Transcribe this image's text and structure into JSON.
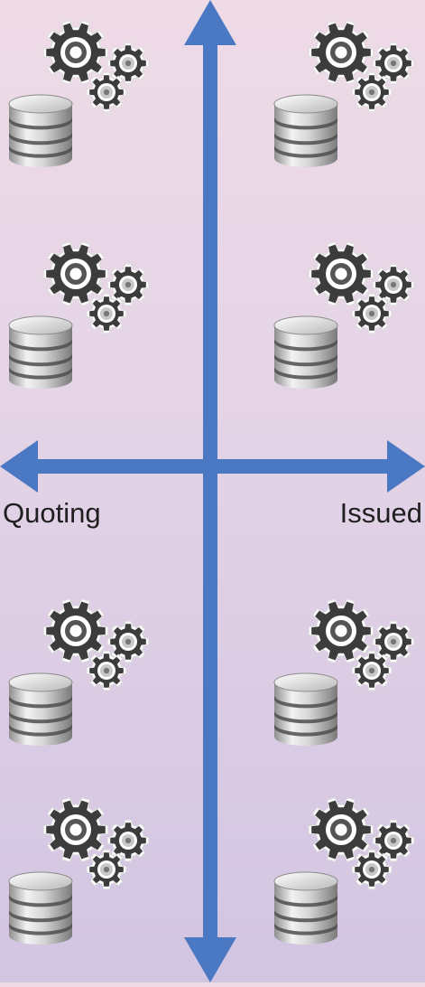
{
  "labels": {
    "left": "Quoting",
    "right": "Issued"
  },
  "colors": {
    "arrow": "#4a78c2",
    "db_body": "#bcbcbc",
    "db_band": "#4d4d4d",
    "gear_dark": "#3c3c3c",
    "gear_outline": "#ffffff",
    "gear_hub": "#c8c8c8"
  },
  "icons": [
    {
      "quadrant": "top-left",
      "name": "database-gears-icon"
    },
    {
      "quadrant": "top-left",
      "name": "database-gears-icon"
    },
    {
      "quadrant": "top-right",
      "name": "database-gears-icon"
    },
    {
      "quadrant": "top-right",
      "name": "database-gears-icon"
    },
    {
      "quadrant": "bottom-left",
      "name": "database-gears-icon"
    },
    {
      "quadrant": "bottom-left",
      "name": "database-gears-icon"
    },
    {
      "quadrant": "bottom-right",
      "name": "database-gears-icon"
    },
    {
      "quadrant": "bottom-right",
      "name": "database-gears-icon"
    }
  ]
}
